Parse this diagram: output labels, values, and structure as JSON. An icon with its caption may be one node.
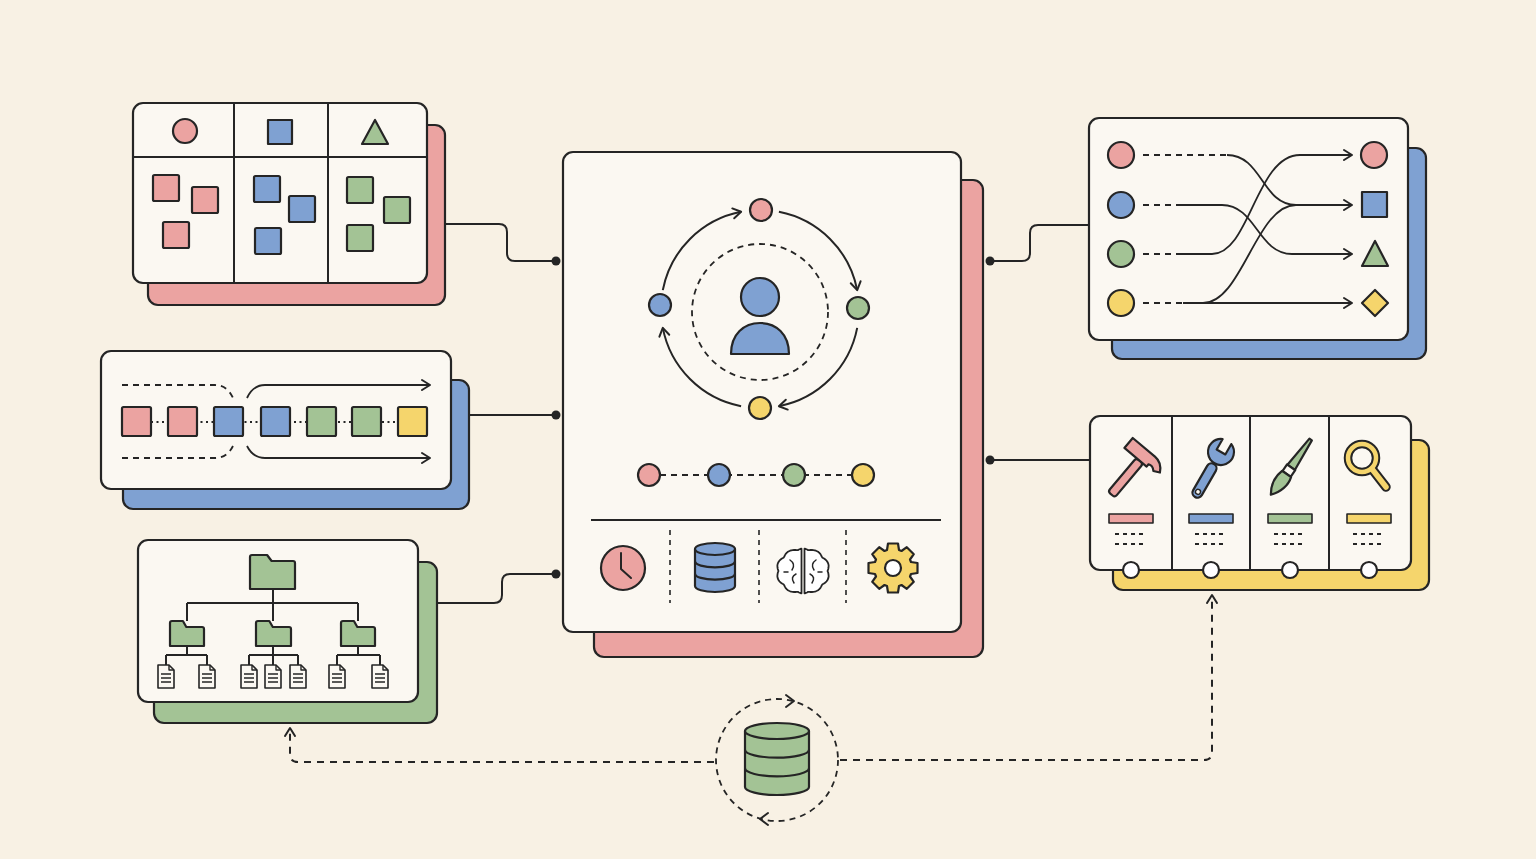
{
  "diagram": {
    "nodes": [
      {
        "text": [],
        "shape": "picture"
      },
      {
        "text": [],
        "shape": "picture"
      },
      {
        "text": [],
        "shape": "picture"
      },
      {
        "text": [],
        "shape": "picture"
      },
      {
        "text": [],
        "shape": "picture"
      },
      {
        "text": [],
        "shape": "picture"
      },
      {
        "text": [],
        "shape": "picture"
      }
    ],
    "edges": [
      {
        "from": 0,
        "to": 3,
        "arrow": "other"
      },
      {
        "from": 1,
        "to": 3,
        "arrow": "other"
      },
      {
        "from": 2,
        "to": 3,
        "arrow": "other"
      },
      {
        "from": 4,
        "to": 3,
        "arrow": "other"
      },
      {
        "from": 5,
        "to": 3,
        "arrow": "other"
      },
      {
        "from": 6,
        "to": 2,
        "arrow": "to",
        "style": "dashed"
      },
      {
        "from": 6,
        "to": 5,
        "arrow": "to",
        "style": "dashed"
      }
    ]
  }
}
